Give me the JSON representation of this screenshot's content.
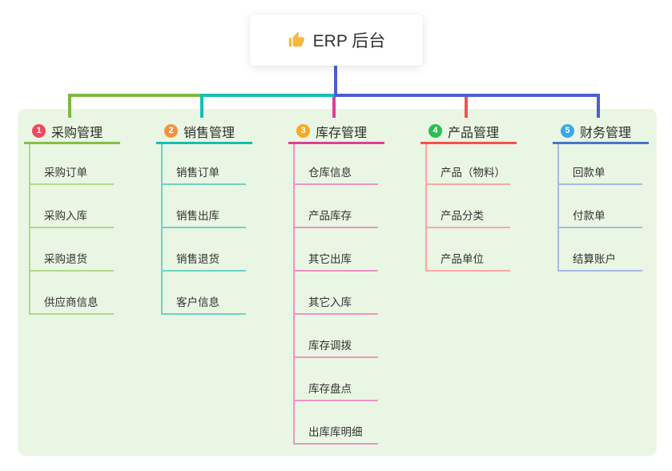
{
  "root": {
    "title": "ERP 后台",
    "icon": "thumbs-up-icon"
  },
  "branches": [
    {
      "number": "1",
      "title": "采购管理",
      "color": "#84bf46",
      "line_color": "#7cb93c",
      "child_color": "#afd98c",
      "badge_color": "#f1495c",
      "children": [
        "采购订单",
        "采购入库",
        "采购退货",
        "供应商信息"
      ]
    },
    {
      "number": "2",
      "title": "销售管理",
      "color": "#16bfb2",
      "line_color": "#16bfb2",
      "child_color": "#6ed2c4",
      "badge_color": "#f6913d",
      "children": [
        "销售订单",
        "销售出库",
        "销售退货",
        "客户信息"
      ]
    },
    {
      "number": "3",
      "title": "库存管理",
      "color": "#e23c98",
      "line_color": "#e23c98",
      "child_color": "#ef93c6",
      "badge_color": "#f7a928",
      "children": [
        "仓库信息",
        "产品库存",
        "其它出库",
        "其它入库",
        "库存调拨",
        "库存盘点",
        "出库库明细"
      ]
    },
    {
      "number": "4",
      "title": "产品管理",
      "color": "#f5504e",
      "line_color": "#f5504e",
      "child_color": "#f9a6a4",
      "badge_color": "#2ebd52",
      "children": [
        "产品（物料）",
        "产品分类",
        "产品单位"
      ]
    },
    {
      "number": "5",
      "title": "财务管理",
      "color": "#4a74c9",
      "line_color": "#4e5fd2",
      "child_color": "#a2bce7",
      "badge_color": "#38a8e8",
      "children": [
        "回款单",
        "付款单",
        "结算账户"
      ]
    }
  ],
  "colors": {
    "panel_bg": "#e9f6e3",
    "trunk_line": "#4e5fd2",
    "root_card_bg": "#ffffff",
    "icon_color": "#f6b940",
    "title_text": "#2d2d2d",
    "child_text": "#333333"
  }
}
